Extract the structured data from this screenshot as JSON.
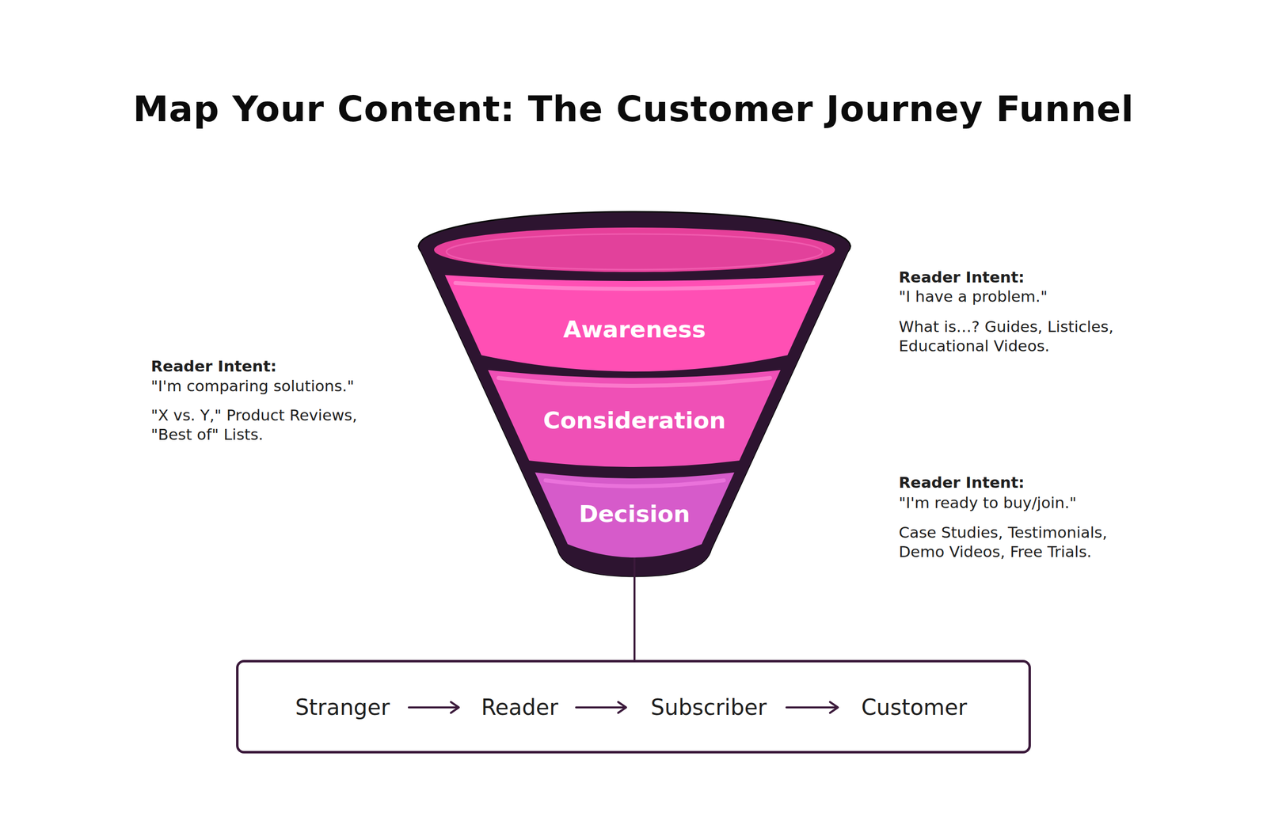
{
  "diagram": {
    "title": "Map Your Content: The Customer Journey Funnel",
    "nodes": [
      {
        "text": [
          "Awareness"
        ]
      },
      {
        "text": [
          "Consideration"
        ]
      },
      {
        "text": [
          "Decision"
        ]
      },
      {
        "text": [
          "Stranger",
          "Reader",
          "Subscriber",
          "Customer"
        ]
      }
    ],
    "edges": [
      {
        "from": 2,
        "to": 3,
        "arrow": "none"
      }
    ],
    "labels": [
      "Reader Intent:",
      "\"I have a problem.\"",
      "What is…? Guides, Listicles, Educational Videos.",
      "Reader Intent:",
      "\"I'm comparing solutions.\"",
      "\"X vs. Y,\" Product Reviews, \"Best of\" Lists.",
      "Reader Intent:",
      "\"I'm ready to buy/join.\"",
      "Case Studies, Testimonials, Demo Videos, Free Trials."
    ]
  }
}
